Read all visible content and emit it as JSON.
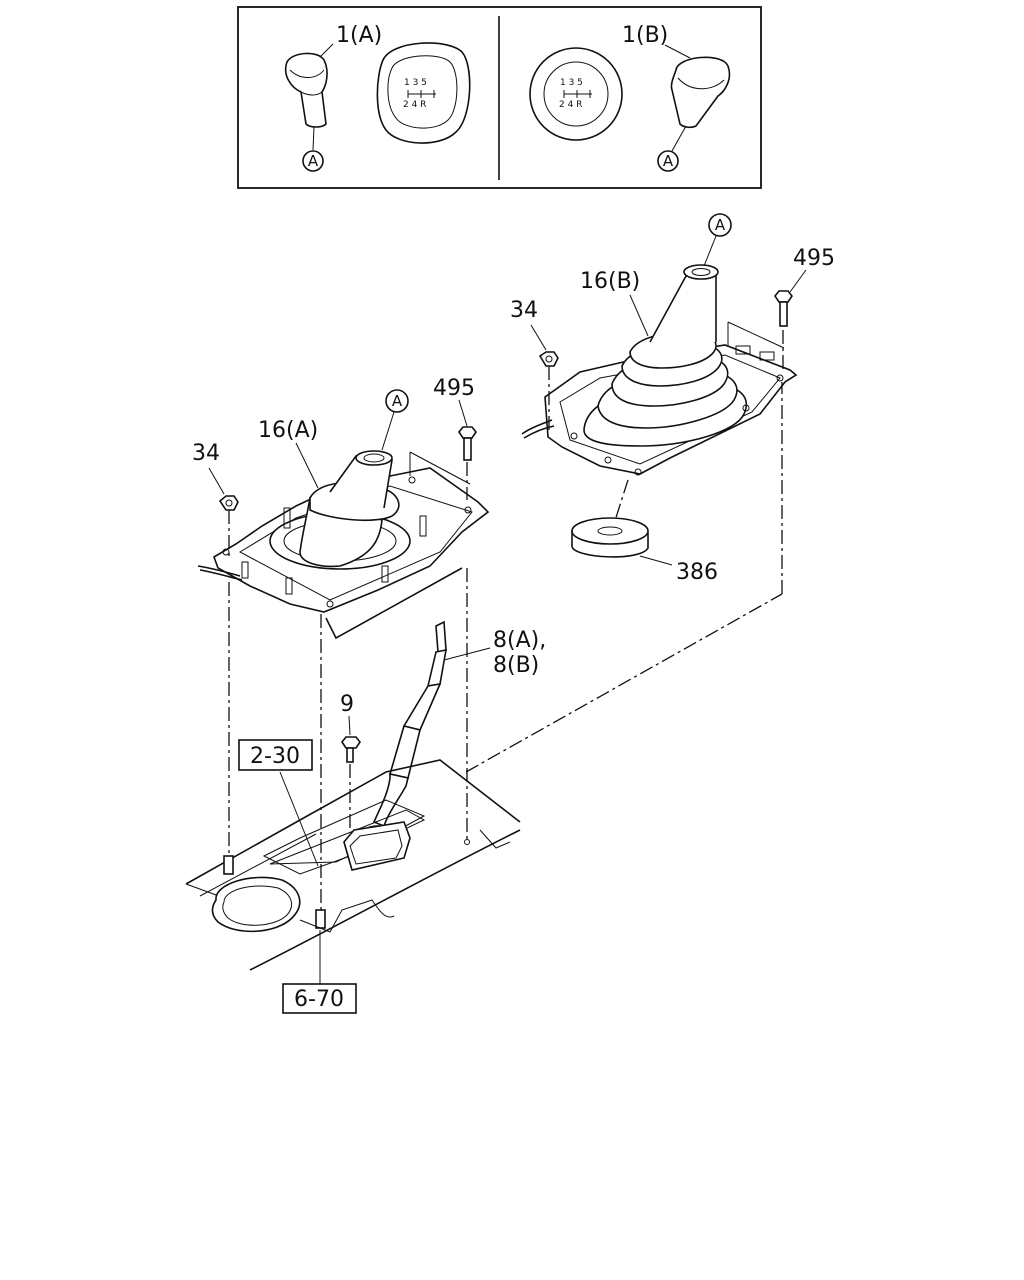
{
  "inset": {
    "knob_a_label": "1(A)",
    "knob_b_label": "1(B)",
    "circle_ref": "A",
    "shift_pattern": {
      "top": "1 3 5",
      "bottom": "2 4 R"
    }
  },
  "callouts": {
    "ref_a": "A",
    "boot_a": "16(A)",
    "boot_b": "16(B)",
    "nut": "34",
    "bolt": "495",
    "grommet": "386",
    "lever_line1": "8(A),",
    "lever_line2": "8(B)",
    "screw": "9",
    "ref_box_1": "2-30",
    "ref_box_2": "6-70"
  }
}
